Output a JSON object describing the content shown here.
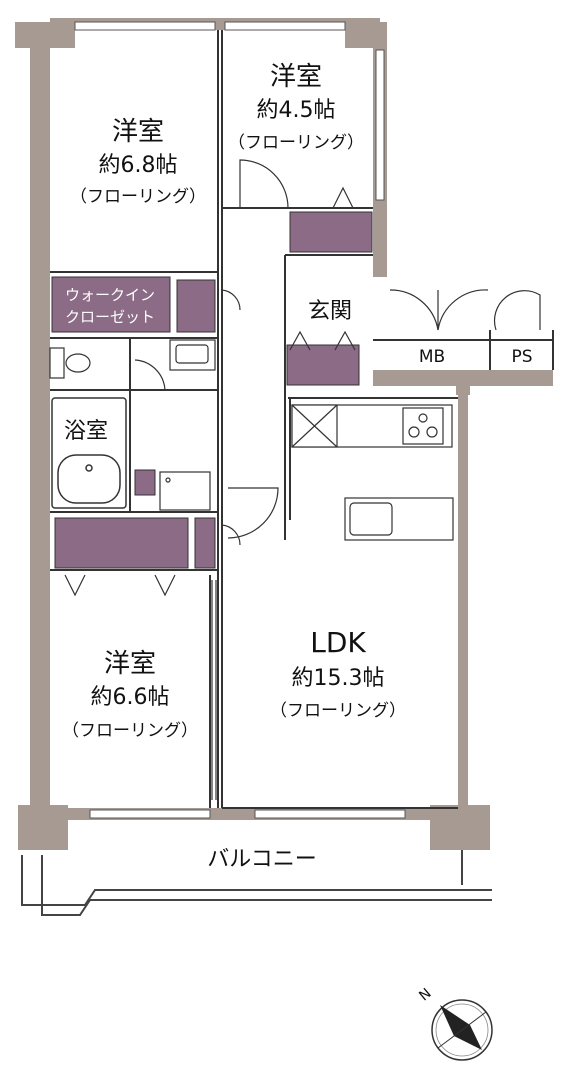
{
  "rooms": {
    "western_room_1": {
      "name": "洋室",
      "size": "約6.8帖",
      "floor": "（フローリング）"
    },
    "western_room_2": {
      "name": "洋室",
      "size": "約4.5帖",
      "floor": "（フローリング）"
    },
    "western_room_3": {
      "name": "洋室",
      "size": "約6.6帖",
      "floor": "（フローリング）"
    },
    "ldk": {
      "name": "LDK",
      "size": "約15.3帖",
      "floor": "（フローリング）"
    },
    "entrance": {
      "name": "玄関"
    },
    "bathroom": {
      "name": "浴室"
    },
    "walk_in_closet": {
      "line1": "ウォークイン",
      "line2": "クローゼット"
    },
    "meter_box": {
      "name": "MB"
    },
    "pipe_space": {
      "name": "PS"
    },
    "balcony": {
      "name": "バルコニー"
    }
  },
  "compass": {
    "label": "N"
  },
  "colors": {
    "wall": "#a69a93",
    "storage": "#8b6b86",
    "line": "#333333"
  }
}
